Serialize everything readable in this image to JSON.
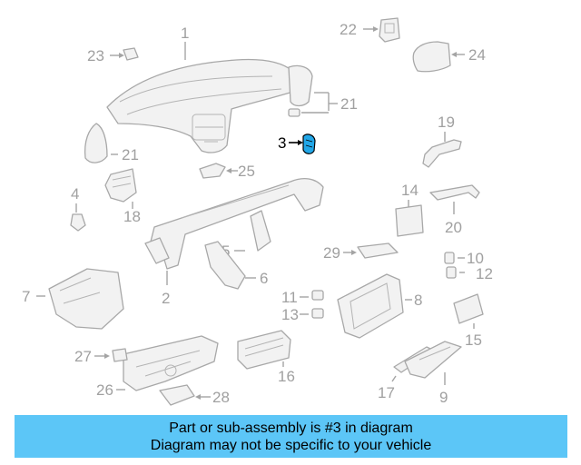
{
  "banner": {
    "line1": "Part or sub-assembly is #3 in diagram",
    "line2": "Diagram may not be specific to your vehicle"
  },
  "highlight_color": "#22a7e8",
  "banner_color": "#5cc6f7",
  "callouts": {
    "c1": "1",
    "c2": "2",
    "c3": "3",
    "c4": "4",
    "c5": "5",
    "c6": "6",
    "c7": "7",
    "c8": "8",
    "c9": "9",
    "c10": "10",
    "c11": "11",
    "c12": "12",
    "c13": "13",
    "c14": "14",
    "c15": "15",
    "c16": "16",
    "c17": "17",
    "c18": "18",
    "c19": "19",
    "c20": "20",
    "c21a": "21",
    "c21b": "21",
    "c22": "22",
    "c23": "23",
    "c24": "24",
    "c25": "25",
    "c26": "26",
    "c27": "27",
    "c28": "28",
    "c29": "29"
  }
}
